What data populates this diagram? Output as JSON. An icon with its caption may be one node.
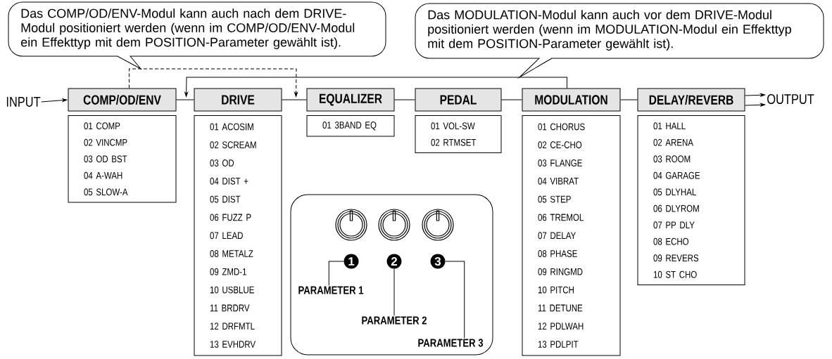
{
  "diagram": {
    "nodes": [
      {
        "text": [
          "INPUT"
        ]
      },
      {
        "text": [
          "COMP/OD/ENV"
        ]
      },
      {
        "text": [
          "DRIVE"
        ]
      },
      {
        "text": [
          "EQUALIZER"
        ]
      },
      {
        "text": [
          "PEDAL"
        ]
      },
      {
        "text": [
          "MODULATION"
        ]
      },
      {
        "text": [
          "DELAY/REVERB"
        ]
      },
      {
        "text": [
          "OUTPUT"
        ]
      },
      {
        "text": [
          "01 COMP",
          "02 VINCMP",
          "03 OD BST",
          "04 A-WAH",
          "05 SLOW-A"
        ]
      },
      {
        "text": [
          "01 ACOSIM",
          "02 SCREAM",
          "03 OD",
          "04 DIST +",
          "05 DIST",
          "06 FUZZ P",
          "07 LEAD",
          "08 METALZ",
          "09 ZMD-1",
          "10 USBLUE",
          "11 BRDRV",
          "12 DRFMTL",
          "13 EVHDRV"
        ]
      },
      {
        "text": [
          "01 3BAND EQ"
        ]
      },
      {
        "text": [
          "01 VOL-SW",
          "02 RTMSET"
        ]
      },
      {
        "text": [
          "01 CHORUS",
          "02 CE-CHO",
          "03 FLANGE",
          "04 VIBRAT",
          "05 STEP",
          "06 TREMOL",
          "07 DELAY",
          "08 PHASE",
          "09 RINGMD",
          "10 PITCH",
          "11 DETUNE",
          "12 PDLWAH",
          "13 PDLPIT"
        ]
      },
      {
        "text": [
          "01 HALL",
          "02 ARENA",
          "03 ROOM",
          "04 GARAGE",
          "05 DLYHAL",
          "06 DLYROM",
          "07 PP DLY",
          "08 ECHO",
          "09 REVERS",
          "10 ST CHO"
        ]
      },
      {
        "text": [
          "Das COMP/OD/ENV-Modul kann auch nach dem DRIVE-Modul positioniert werden (wenn im COMP/OD/ENV-Modul ein Effekttyp mit dem POSITION-Parameter gewählt ist)."
        ]
      },
      {
        "text": [
          "Das MODULATION-Modul kann auch vor dem DRIVE-Modul positioniert werden (wenn im MODULATION-Modul ein Effekttyp mit dem POSITION-Parameter gewählt ist)."
        ]
      },
      {
        "text": [],
        "shape": "box"
      },
      {
        "text": [
          "PARAMETER 1"
        ],
        "in": 16
      },
      {
        "text": [
          "PARAMETER 2"
        ],
        "in": 16
      },
      {
        "text": [
          "PARAMETER 3"
        ],
        "in": 16
      },
      {
        "text": [
          "1"
        ],
        "in": 16
      },
      {
        "text": [
          "2"
        ],
        "in": 16
      },
      {
        "text": [
          "3"
        ],
        "in": 16
      }
    ],
    "edges": [
      {
        "from": 0,
        "to": 1,
        "arrow": "to"
      },
      {
        "from": 1,
        "to": 2,
        "arrow": "none"
      },
      {
        "from": 2,
        "to": 3,
        "arrow": "none"
      },
      {
        "from": 3,
        "to": 4,
        "arrow": "none"
      },
      {
        "from": 4,
        "to": 5,
        "arrow": "none"
      },
      {
        "from": 5,
        "to": 6,
        "arrow": "none"
      },
      {
        "from": 6,
        "to": 7,
        "arrow": "to"
      },
      {
        "from": 6,
        "to": 7,
        "arrow": "to"
      },
      {
        "from": 1,
        "to": 3,
        "arrow": "to",
        "style": "dashed"
      },
      {
        "from": 5,
        "to": 2,
        "arrow": "to"
      },
      {
        "from": 20,
        "to": 17,
        "arrow": "none"
      },
      {
        "from": 21,
        "to": 18,
        "arrow": "none"
      },
      {
        "from": 22,
        "to": 19,
        "arrow": "none"
      }
    ]
  }
}
